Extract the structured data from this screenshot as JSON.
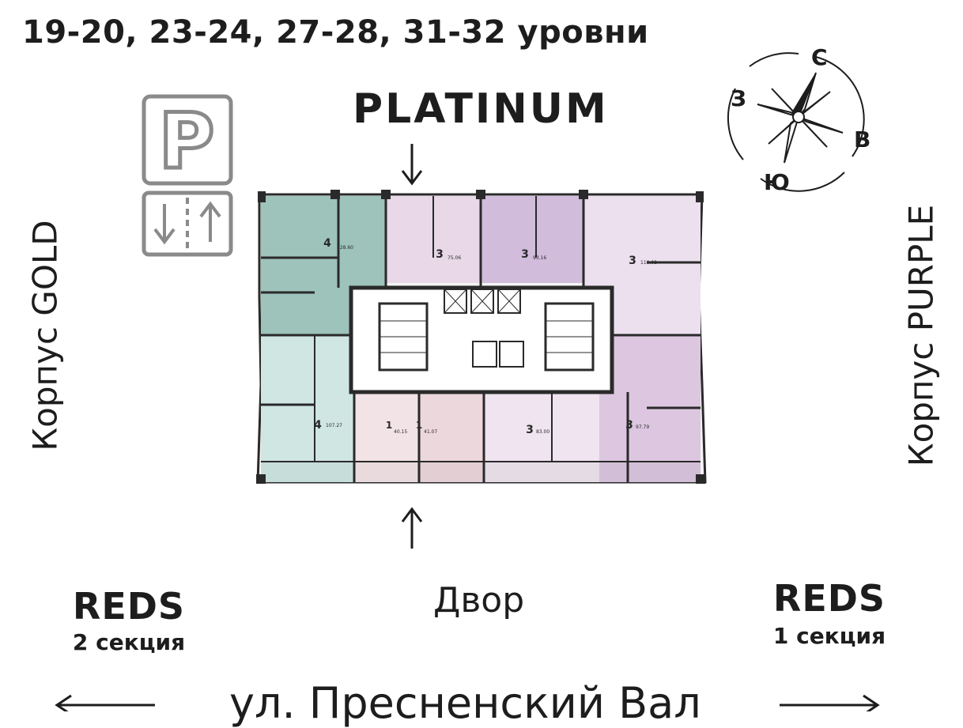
{
  "header": {
    "levels_title": "19-20, 23-24, 27-28, 31-32 уровни",
    "building_name": "PLATINUM"
  },
  "sides": {
    "left_building": "Корпус GOLD",
    "right_building": "Корпус PURPLE"
  },
  "bottom": {
    "left_reds": "REDS",
    "left_section": "2 секция",
    "right_reds": "REDS",
    "right_section": "1 секция",
    "yard": "Двор",
    "street": "ул. Пресненский Вал"
  },
  "compass": {
    "north": "С",
    "west": "З",
    "east": "В",
    "south": "Ю"
  },
  "parking": {
    "letter": "P"
  },
  "apartments": [
    {
      "rooms": "4",
      "area": "128.60",
      "color": "#9dc3bb"
    },
    {
      "rooms": "3",
      "area": "75.06",
      "color": "#e8d8e8"
    },
    {
      "rooms": "3",
      "area": "93.16",
      "color": "#d2bcdc"
    },
    {
      "rooms": "3",
      "area": "110.08",
      "color": "#ecdfee"
    },
    {
      "rooms": "4",
      "area": "107.27",
      "color": "#cfe6e2"
    },
    {
      "rooms": "1",
      "area": "40.15",
      "color": "#f2e3e6"
    },
    {
      "rooms": "1",
      "area": "41.07",
      "color": "#ecd7dc"
    },
    {
      "rooms": "3",
      "area": "83.00",
      "color": "#efe4ef"
    },
    {
      "rooms": "3",
      "area": "97.79",
      "color": "#dcc6e0"
    }
  ],
  "colors": {
    "text": "#1d1d1d",
    "wall": "#2a2a2a",
    "core": "#ffffff",
    "gray_icon": "#8a8a8a"
  }
}
